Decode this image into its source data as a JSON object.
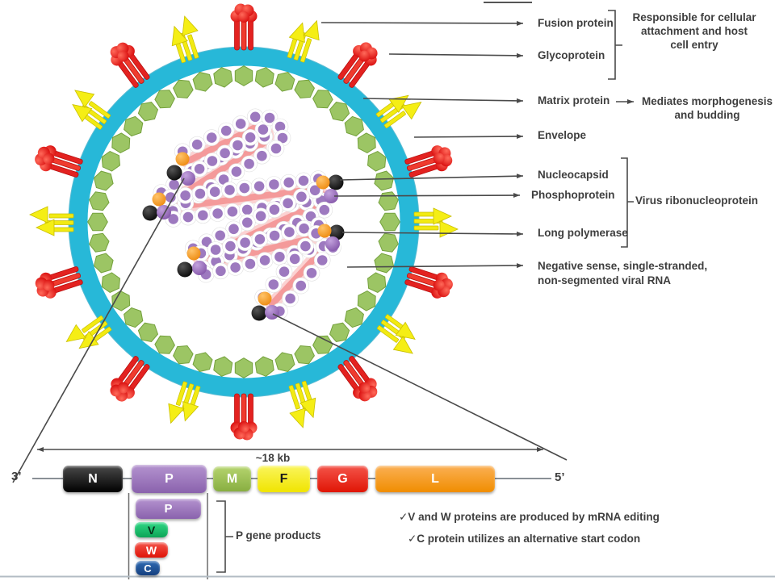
{
  "figure": {
    "type": "enveloped virus structure and genome diagram",
    "labels": {
      "fusion_protein": "Fusion protein",
      "glycoprotein": "Glycoprotein",
      "attachment_role": "Responsible for cellular attachment and host cell entry",
      "matrix_protein": "Matrix protein",
      "matrix_role": "Mediates morphogenesis and budding",
      "envelope": "Envelope",
      "nucleocapsid": "Nucleocapsid",
      "phosphoprotein": "Phosphoprotein",
      "virus_ribonucleoprotein": "Virus ribonucleoprotein",
      "long_polymerase": "Long polymerase",
      "rna_line1": "Negative sense, single-stranded,",
      "rna_line2": "non-segmented viral RNA"
    },
    "genome_map": {
      "length_label": "~18 kb",
      "three_prime": "3’",
      "five_prime": "5’",
      "genes": [
        {
          "label": "N",
          "color": "#111111"
        },
        {
          "label": "P",
          "color": "#9a72bb"
        },
        {
          "label": "M",
          "color": "#97bf4e"
        },
        {
          "label": "F",
          "color": "#f2e71e"
        },
        {
          "label": "G",
          "color": "#ea2113"
        },
        {
          "label": "L",
          "color": "#f5951d"
        }
      ],
      "p_gene_products_label": "P gene products",
      "p_gene_products": [
        {
          "label": "P",
          "color": "#9a72bb"
        },
        {
          "label": "V",
          "color": "#12b56a"
        },
        {
          "label": "W",
          "color": "#ea2113"
        },
        {
          "label": "C",
          "color": "#1d4f96"
        }
      ],
      "notes": [
        "✓V and W proteins are produced by mRNA editing",
        "✓C protein utilizes an alternative start codon"
      ]
    },
    "colors": {
      "envelope_ring": "#27b8d8",
      "matrix_beads": "#9cc564",
      "fusion_spike_yellow": "#f2ea12",
      "glycoprotein_spike_red": "#e32220",
      "rna_ribbon": "#f49a9a",
      "nucleocapsid_bead": "#9d79bf",
      "polymerase_black": "#1a1a1a",
      "phosphoprotein_orange": "#f49b2b",
      "phosphoprotein_purple": "#9d79bf",
      "text": "#3e3e3e"
    }
  }
}
